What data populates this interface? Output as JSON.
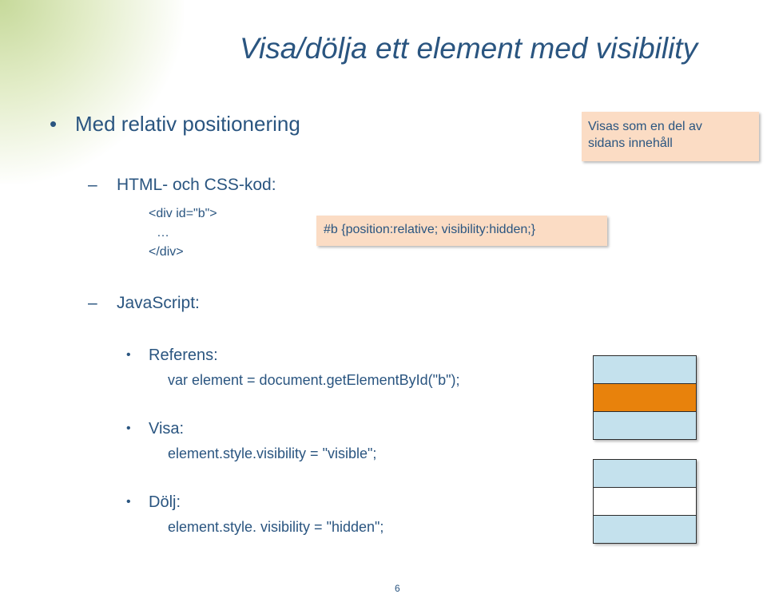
{
  "title": "Visa/dölja ett element med visibility",
  "note": {
    "line1": "Visas som en del av",
    "line2": "sidans innehåll"
  },
  "main_bullet": "Med relativ positionering",
  "html_css": {
    "label": "HTML- och CSS-kod:",
    "code_lines": [
      "<div id=\"b\">",
      "…",
      "</div>"
    ],
    "css_rule": "#b {position:relative; visibility:hidden;}"
  },
  "javascript": {
    "label": "JavaScript:",
    "items": [
      {
        "label": "Referens:",
        "code": "var element = document.getElementById(\"b\");"
      },
      {
        "label": "Visa:",
        "code": "element.style.visibility = \"visible\";"
      },
      {
        "label": "Dölj:",
        "code": "element.style. visibility = \"hidden\";"
      }
    ]
  },
  "colors": {
    "block": "#c4e1ed",
    "highlight": "#e8820c",
    "hidden": "#ffffff",
    "note_bg": "#fbdcc4",
    "text": "#2a5580"
  },
  "icons": {
    "bullet": "•",
    "dash": "–"
  },
  "page_number": "6"
}
